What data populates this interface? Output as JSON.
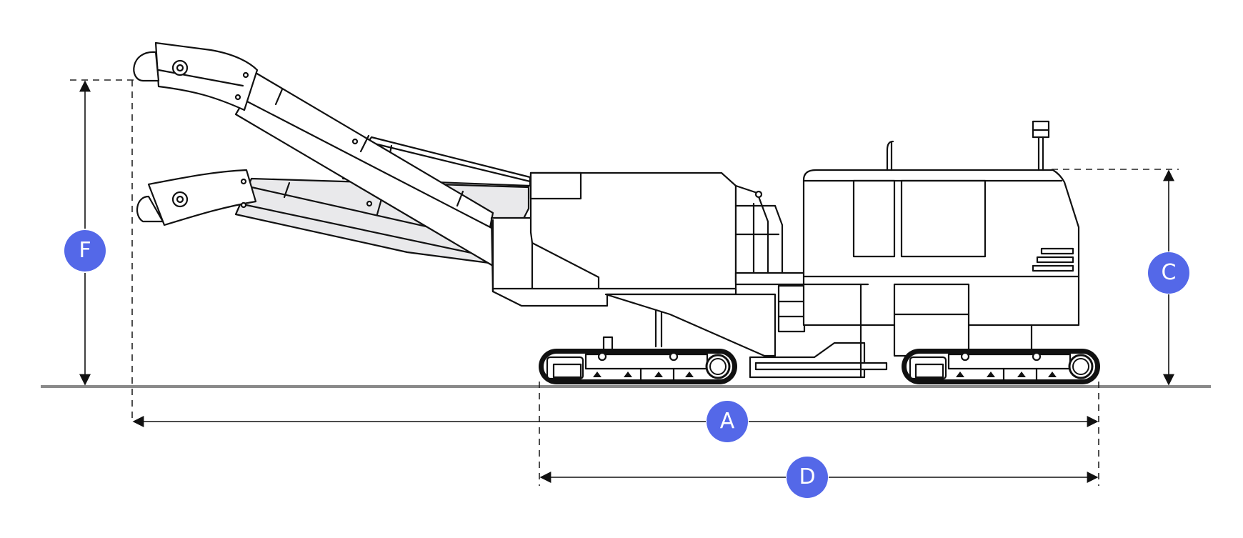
{
  "colors": {
    "badge": "#5468E8",
    "line": "#111111",
    "ground": "#8A8A8A"
  },
  "dimensions": [
    {
      "id": "A",
      "label": "A"
    },
    {
      "id": "C",
      "label": "C"
    },
    {
      "id": "D",
      "label": "D"
    },
    {
      "id": "F",
      "label": "F"
    }
  ]
}
